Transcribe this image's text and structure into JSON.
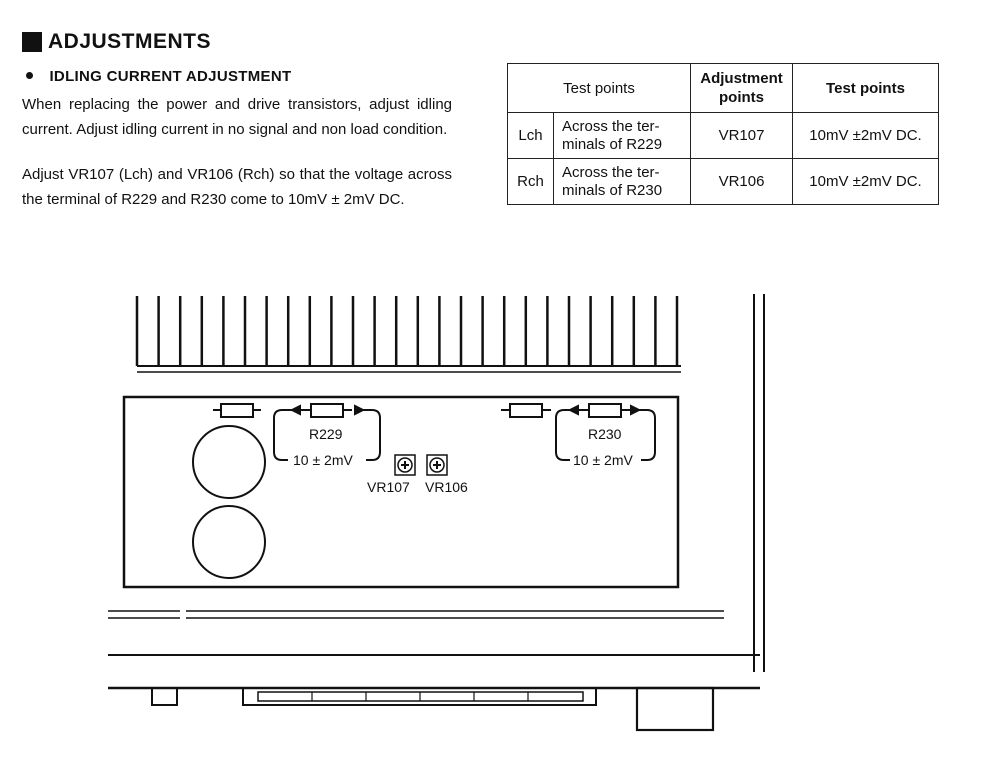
{
  "heading": "ADJUSTMENTS",
  "subheading": "IDLING CURRENT ADJUSTMENT",
  "paragraph1": "When replacing the power and drive transistors, adjust idling current. Adjust idling current in no signal and non load condition.",
  "paragraph2": "Adjust VR107 (Lch) and VR106 (Rch) so that the voltage across the terminal of R229 and R230 come to 10mV ± 2mV DC.",
  "table": {
    "headers": [
      "Test points",
      "Adjustment points",
      "Test points"
    ],
    "header_adjust_line1": "Adjustment",
    "header_adjust_line2": "points",
    "rows": [
      {
        "channel": "Lch",
        "points_line1": "Across the ter-",
        "points_line2": "minals of R229",
        "adjust": "VR107",
        "value": "10mV ±2mV DC."
      },
      {
        "channel": "Rch",
        "points_line1": "Across the ter-",
        "points_line2": "minals of R230",
        "adjust": "VR106",
        "value": "10mV ±2mV DC."
      }
    ]
  },
  "diagram": {
    "left_resistor": "R229",
    "left_value": "10 ± 2mV",
    "right_resistor": "R230",
    "right_value": "10 ± 2mV",
    "trim_left": "VR107",
    "trim_right": "VR106"
  }
}
